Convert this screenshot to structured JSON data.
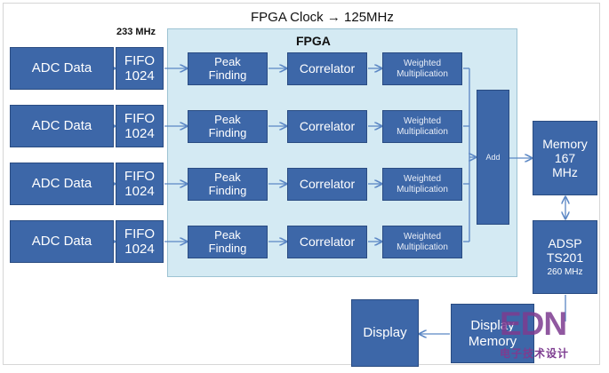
{
  "header": {
    "clock_title": "FPGA Clock → 125MHz",
    "fifo_freq": "233 MHz",
    "fpga_label": "FPGA"
  },
  "rows": [
    {
      "adc": "ADC Data",
      "fifo": "FIFO\n1024",
      "peak": "Peak\nFinding",
      "corr": "Correlator",
      "weight": "Weighted\nMultiplication"
    },
    {
      "adc": "ADC Data",
      "fifo": "FIFO\n1024",
      "peak": "Peak\nFinding",
      "corr": "Correlator",
      "weight": "Weighted\nMultiplication"
    },
    {
      "adc": "ADC Data",
      "fifo": "FIFO\n1024",
      "peak": "Peak\nFinding",
      "corr": "Correlator",
      "weight": "Weighted\nMultiplication"
    },
    {
      "adc": "ADC Data",
      "fifo": "FIFO\n1024",
      "peak": "Peak\nFinding",
      "corr": "Correlator",
      "weight": "Weighted\nMultiplication"
    }
  ],
  "add": "Add",
  "memory": "Memory\n167\nMHz",
  "adsp": {
    "name": "ADSP\nTS201",
    "freq": "260 MHz"
  },
  "display_memory": "Display\nMemory",
  "display": "Display",
  "watermark": {
    "logo": "EDN",
    "sub": "电子技术设计"
  },
  "colors": {
    "block": "#3d67a8",
    "fpga_bg": "#d4eaf3",
    "arrow": "#5a86c4",
    "watermark": "#7d3c90"
  }
}
